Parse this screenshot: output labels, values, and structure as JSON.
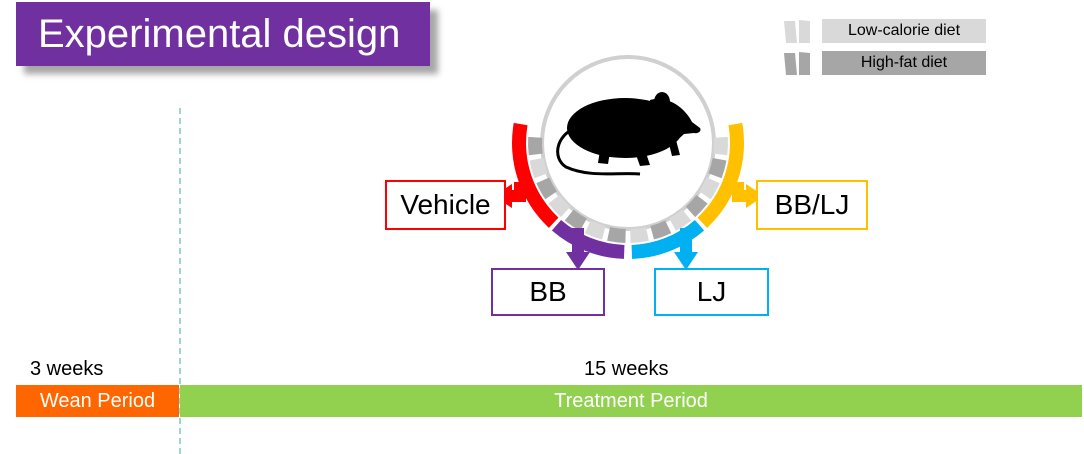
{
  "title": "Experimental design",
  "legend": {
    "low_calorie": "Low-calorie diet",
    "high_fat": "High-fat diet"
  },
  "groups": {
    "vehicle": "Vehicle",
    "bb": "BB",
    "lj": "LJ",
    "bblj": "BB/LJ"
  },
  "timeline": {
    "wean_duration": "3 weeks",
    "wean_label": "Wean Period",
    "treatment_duration": "15 weeks",
    "treatment_label": "Treatment Period"
  },
  "colors": {
    "title_bg": "#7030a0",
    "vehicle": "#ff0000",
    "bb": "#7030a0",
    "lj": "#00b0f0",
    "bblj": "#ffc000",
    "low_calorie": "#d9d9d9",
    "high_fat": "#a6a6a6",
    "wean": "#ff6600",
    "treatment": "#92d050",
    "divider": "#9fd5d1"
  },
  "icons": {
    "subject": "rat-icon",
    "group_pointer": "arrow-down-icon"
  }
}
